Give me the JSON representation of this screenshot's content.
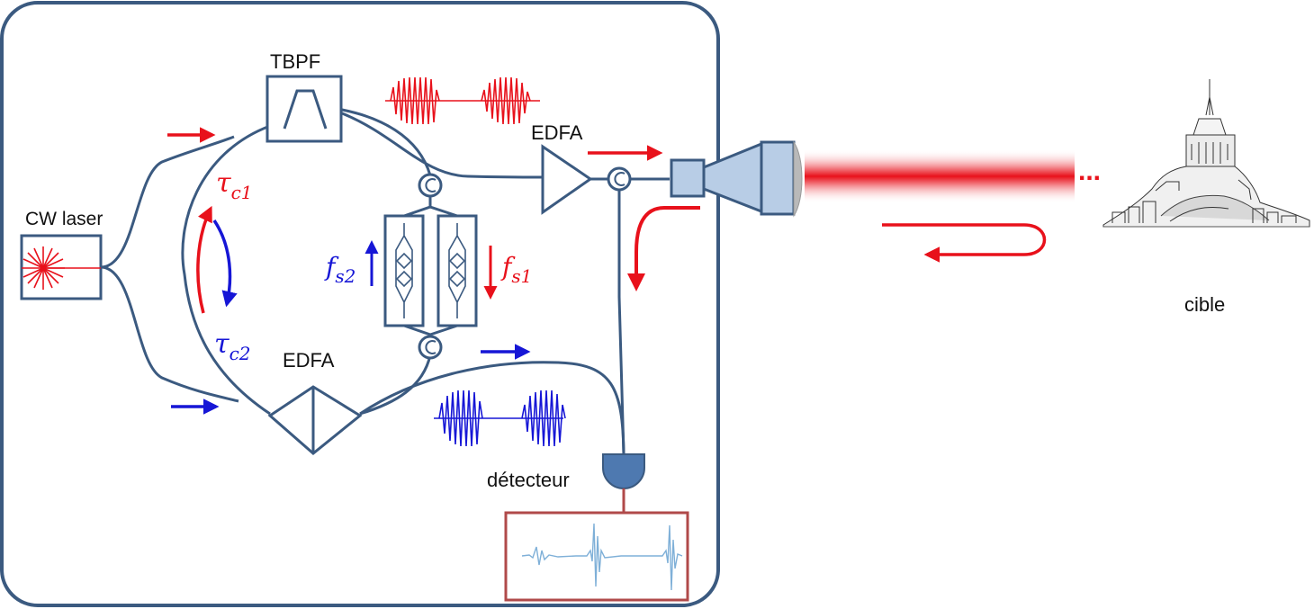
{
  "labels": {
    "tbpf": "TBPF",
    "edfa_top": "EDFA",
    "edfa_bottom": "EDFA",
    "cw_laser": "CW laser",
    "detector": "détecteur",
    "target": "cible",
    "ellipsis": "..."
  },
  "symbols": {
    "tau_c1": {
      "base": "τ",
      "sub": "c1"
    },
    "tau_c2": {
      "base": "τ",
      "sub": "c2"
    },
    "f_s1": {
      "base": "f",
      "sub": "s1"
    },
    "f_s2": {
      "base": "f",
      "sub": "s2"
    }
  },
  "colors": {
    "frame": "#3b5a80",
    "fiber": "#3b5a80",
    "red": "#e8111b",
    "blue": "#1616d6",
    "scope_border": "#b04a4a",
    "scope_trace": "#7fb0d8",
    "telescope_fill": "#b8cde6",
    "detector_fill": "#4e79b0"
  }
}
